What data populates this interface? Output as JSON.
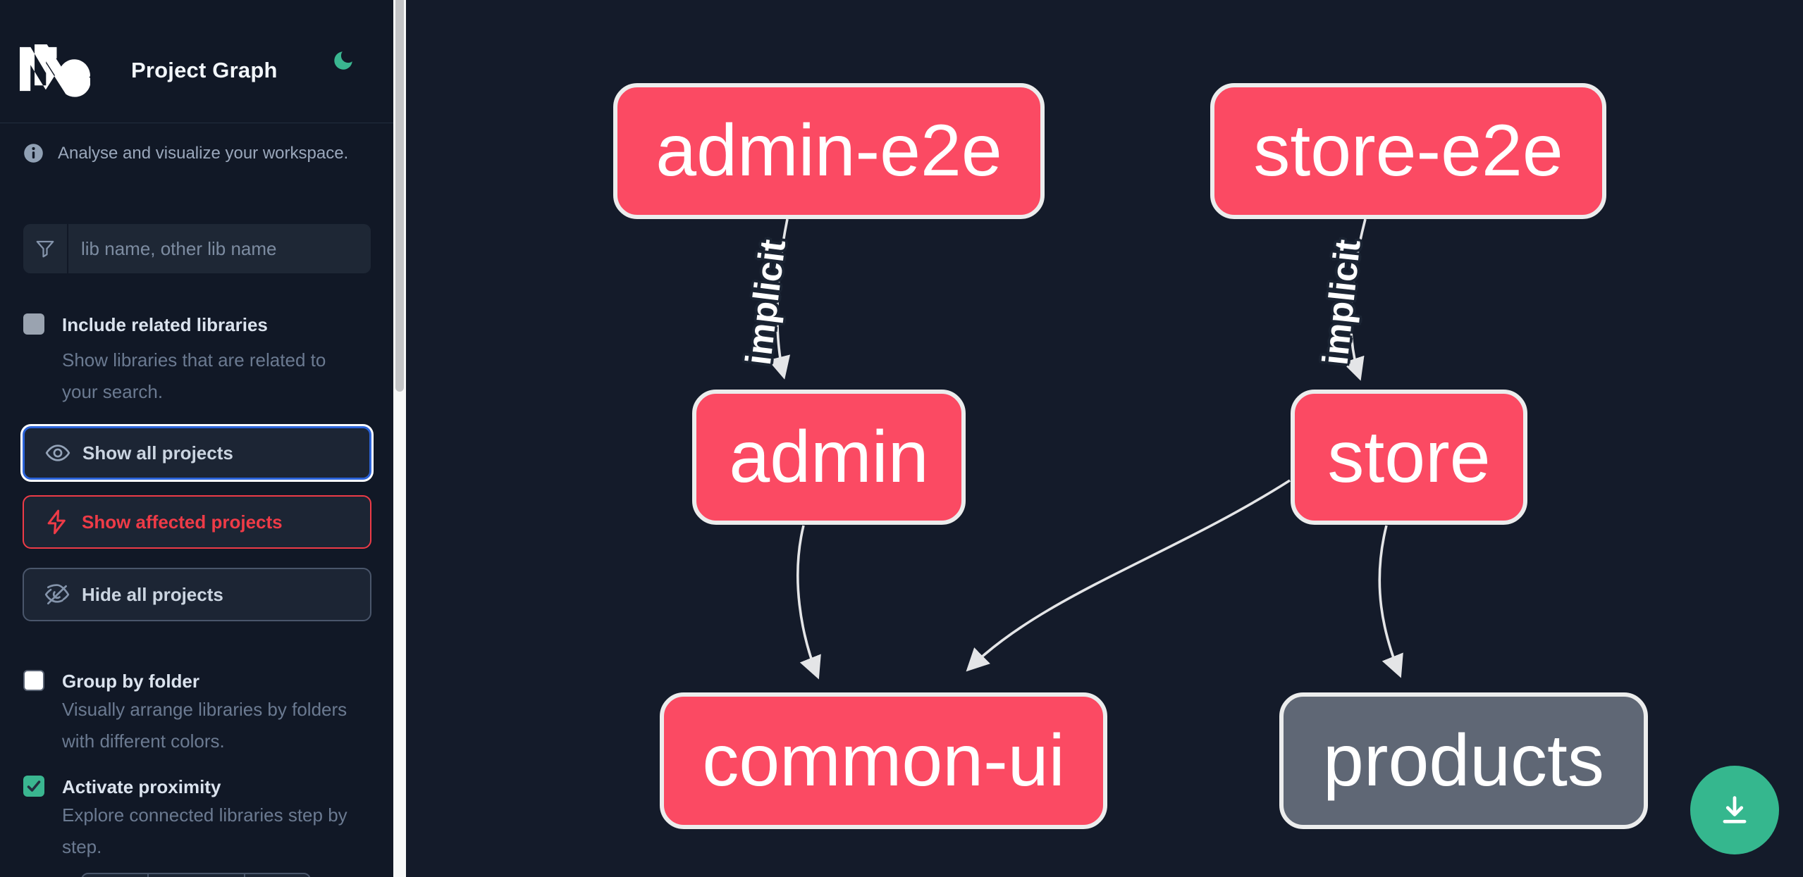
{
  "header": {
    "title": "Project Graph"
  },
  "sidebar": {
    "info_text": "Analyse and visualize your workspace.",
    "search": {
      "placeholder": "lib name, other lib name"
    },
    "toggles": [
      {
        "label": "Include related libraries",
        "description": "Show libraries that are related to your search.",
        "checked": false
      },
      {
        "label": "Group by folder",
        "description": "Visually arrange libraries by folders with different colors.",
        "checked": false
      },
      {
        "label": "Activate proximity",
        "description": "Explore connected libraries step by step.",
        "checked": true
      }
    ],
    "buttons": [
      {
        "label": "Show all projects",
        "icon": "eye-icon",
        "state": "focused"
      },
      {
        "label": "Show affected projects",
        "icon": "bolt-icon",
        "state": "danger"
      },
      {
        "label": "Hide all projects",
        "icon": "eye-off-icon",
        "state": "default"
      }
    ]
  },
  "graph": {
    "nodes": [
      {
        "label": "admin-e2e",
        "type": "affected"
      },
      {
        "label": "store-e2e",
        "type": "affected"
      },
      {
        "label": "admin",
        "type": "affected"
      },
      {
        "label": "store",
        "type": "affected"
      },
      {
        "label": "common-ui",
        "type": "affected"
      },
      {
        "label": "products",
        "type": "default"
      }
    ],
    "edges": [
      {
        "from": "admin-e2e",
        "to": "admin",
        "label": "implicit"
      },
      {
        "from": "store-e2e",
        "to": "store",
        "label": "implicit"
      },
      {
        "from": "admin",
        "to": "common-ui",
        "label": ""
      },
      {
        "from": "store",
        "to": "common-ui",
        "label": ""
      },
      {
        "from": "store",
        "to": "products",
        "label": ""
      }
    ]
  },
  "colors": {
    "accent_green": "#3ab690",
    "node_affected": "#fb4a63",
    "node_default": "#5f6775",
    "edge_gray": "#e4e5e7",
    "focus_blue": "#2b63d9",
    "alert_red": "#ee3b47",
    "sidebar_bg": "#111826",
    "canvas_bg": "#141b2a"
  }
}
